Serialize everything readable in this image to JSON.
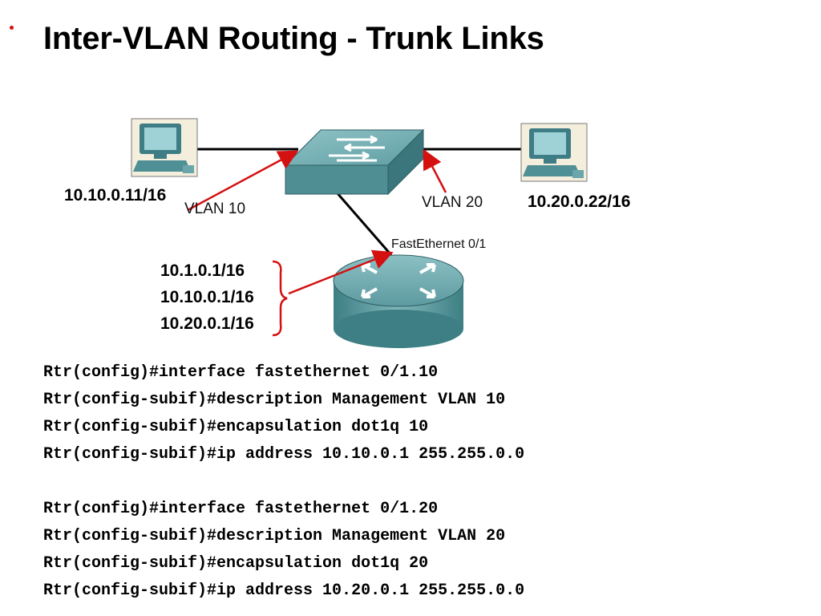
{
  "title": "Inter-VLAN Routing - Trunk Links",
  "colors": {
    "accent_red": "#d41010",
    "device_teal": "#5f9ea3",
    "link_black": "#000000"
  },
  "diagram": {
    "pc_left": {
      "icon": "computer-icon",
      "ip": "10.10.0.11/16",
      "vlan": "VLAN 10"
    },
    "pc_right": {
      "icon": "computer-icon",
      "ip": "10.20.0.22/16",
      "vlan": "VLAN 20"
    },
    "switch": {
      "icon": "switch-icon"
    },
    "router": {
      "icon": "router-icon",
      "interface": "FastEthernet 0/1",
      "addresses": [
        "10.1.0.1/16",
        "10.10.0.1/16",
        "10.20.0.1/16"
      ]
    }
  },
  "config_lines": [
    "Rtr(config)#interface fastethernet 0/1.10",
    "Rtr(config-subif)#description Management VLAN 10",
    "Rtr(config-subif)#encapsulation dot1q 10",
    "Rtr(config-subif)#ip address 10.10.0.1 255.255.0.0",
    "",
    "Rtr(config)#interface fastethernet 0/1.20",
    "Rtr(config-subif)#description Management VLAN 20",
    "Rtr(config-subif)#encapsulation dot1q 20",
    "Rtr(config-subif)#ip address 10.20.0.1 255.255.0.0"
  ]
}
